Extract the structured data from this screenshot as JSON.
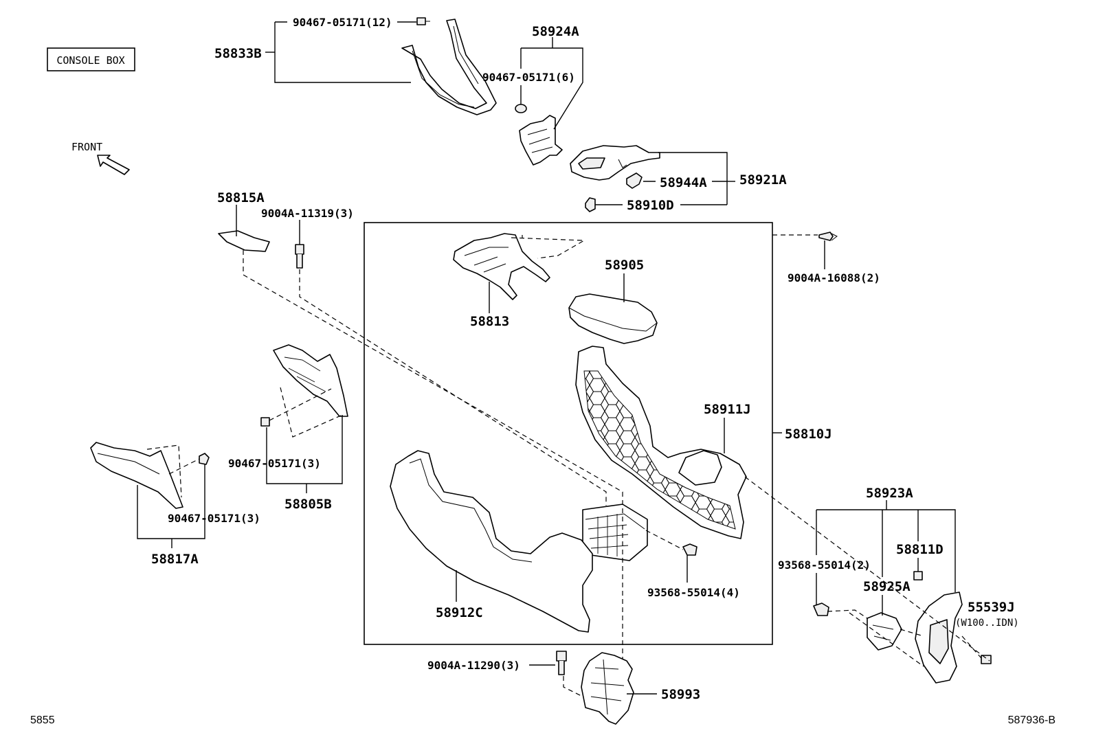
{
  "title_box": "CONSOLE BOX",
  "front_label": "FRONT",
  "footer": {
    "left": "5855",
    "right": "587936-B"
  },
  "labels": {
    "p90467_05171_12": "90467-05171(12)",
    "p58833B": "58833B",
    "p58924A": "58924A",
    "p90467_05171_6": "90467-05171(6)",
    "p58944A": "58944A",
    "p58921A": "58921A",
    "p58910D": "58910D",
    "p58815A": "58815A",
    "p9004A_11319_3": "9004A-11319(3)",
    "p9004A_16088_2": "9004A-16088(2)",
    "p58905": "58905",
    "p58813": "58813",
    "p58911J": "58911J",
    "p58810J": "58810J",
    "p90467_05171_3a": "90467-05171(3)",
    "p58805B": "58805B",
    "p90467_05171_3b": "90467-05171(3)",
    "p58817A": "58817A",
    "p58923A": "58923A",
    "p58811D": "58811D",
    "p93568_55014_2": "93568-55014(2)",
    "p58925A": "58925A",
    "p55539J": "55539J",
    "p55539J_note": "(W100..IDN)",
    "p93568_55014_4": "93568-55014(4)",
    "p58912C": "58912C",
    "p9004A_11290_3": "9004A-11290(3)",
    "p58993": "58993"
  }
}
